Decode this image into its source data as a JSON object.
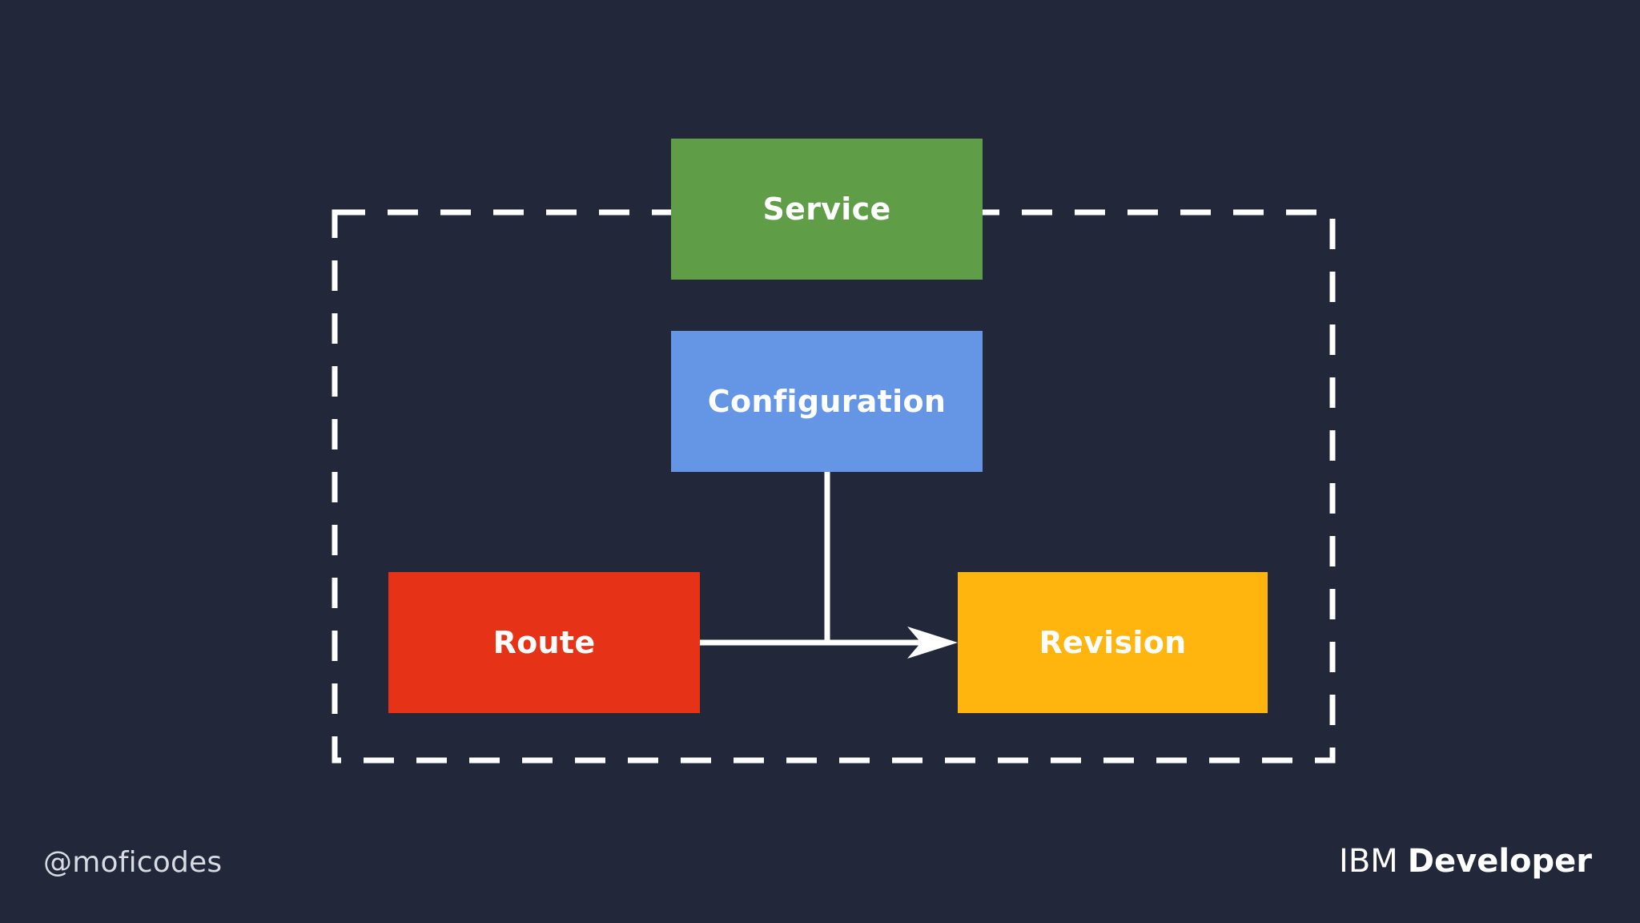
{
  "diagram": {
    "nodes": {
      "service": {
        "label": "Service",
        "color": "#609d47"
      },
      "configuration": {
        "label": "Configuration",
        "color": "#6596e5"
      },
      "route": {
        "label": "Route",
        "color": "#e63317"
      },
      "revision": {
        "label": "Revision",
        "color": "#ffb50d"
      }
    },
    "edges": [
      {
        "from": "configuration",
        "to": "route-revision-link",
        "style": "solid"
      },
      {
        "from": "route",
        "to": "revision",
        "style": "solid-arrow"
      }
    ],
    "group_border_style": "dashed",
    "line_color": "#ffffff",
    "background_color": "#22283a"
  },
  "footer": {
    "handle": "@moficodes",
    "brand_light": "IBM",
    "brand_bold": "Developer"
  }
}
